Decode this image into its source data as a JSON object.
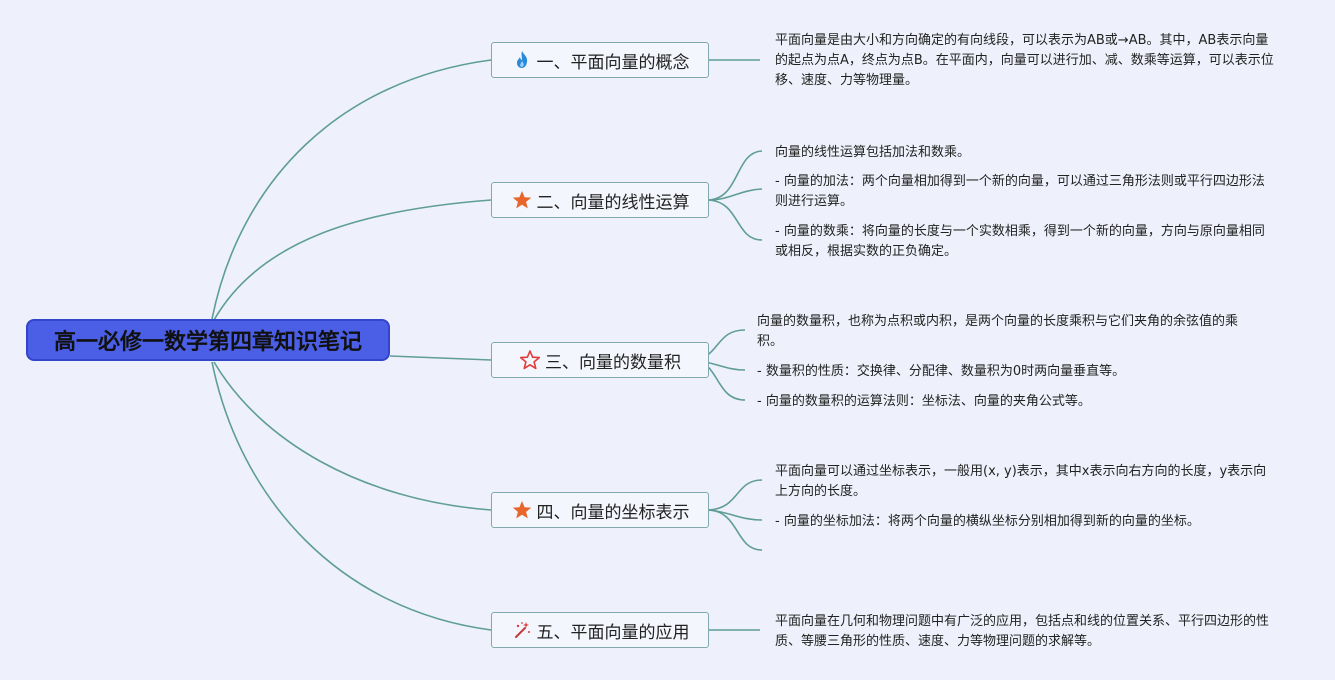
{
  "root": {
    "title": "高一必修一数学第四章知识笔记"
  },
  "branches": [
    {
      "label": "一、平面向量的概念",
      "icon": "fire-icon",
      "leaves": [
        "平面向量是由大小和方向确定的有向线段，可以表示为AB或→AB。其中，AB表示向量的起点为点A，终点为点B。在平面内，向量可以进行加、减、数乘等运算，可以表示位移、速度、力等物理量。"
      ]
    },
    {
      "label": "二、向量的线性运算",
      "icon": "star-filled-icon",
      "leaves": [
        "向量的线性运算包括加法和数乘。",
        "- 向量的加法：两个向量相加得到一个新的向量，可以通过三角形法则或平行四边形法则进行运算。",
        "- 向量的数乘：将向量的长度与一个实数相乘，得到一个新的向量，方向与原向量相同或相反，根据实数的正负确定。"
      ]
    },
    {
      "label": "三、向量的数量积",
      "icon": "star-outline-icon",
      "leaves": [
        "向量的数量积，也称为点积或内积，是两个向量的长度乘积与它们夹角的余弦值的乘积。",
        "- 数量积的性质：交换律、分配律、数量积为0时两向量垂直等。",
        "- 向量的数量积的运算法则：坐标法、向量的夹角公式等。"
      ]
    },
    {
      "label": "四、向量的坐标表示",
      "icon": "star-filled-icon",
      "leaves": [
        "平面向量可以通过坐标表示，一般用(x, y)表示，其中x表示向右方向的长度，y表示向上方向的长度。",
        "- 向量的坐标加法：将两个向量的横纵坐标分别相加得到新的向量的坐标。",
        ""
      ]
    },
    {
      "label": "五、平面向量的应用",
      "icon": "magic-wand-icon",
      "leaves": [
        "平面向量在几何和物理问题中有广泛的应用，包括点和线的位置关系、平行四边形的性质、等腰三角形的性质、速度、力等物理问题的求解等。"
      ]
    }
  ],
  "colors": {
    "root_fill": "#4a5ee6",
    "link": "#5f9d96",
    "topic_border": "#7fa9ad",
    "background": "#eef1fb"
  }
}
